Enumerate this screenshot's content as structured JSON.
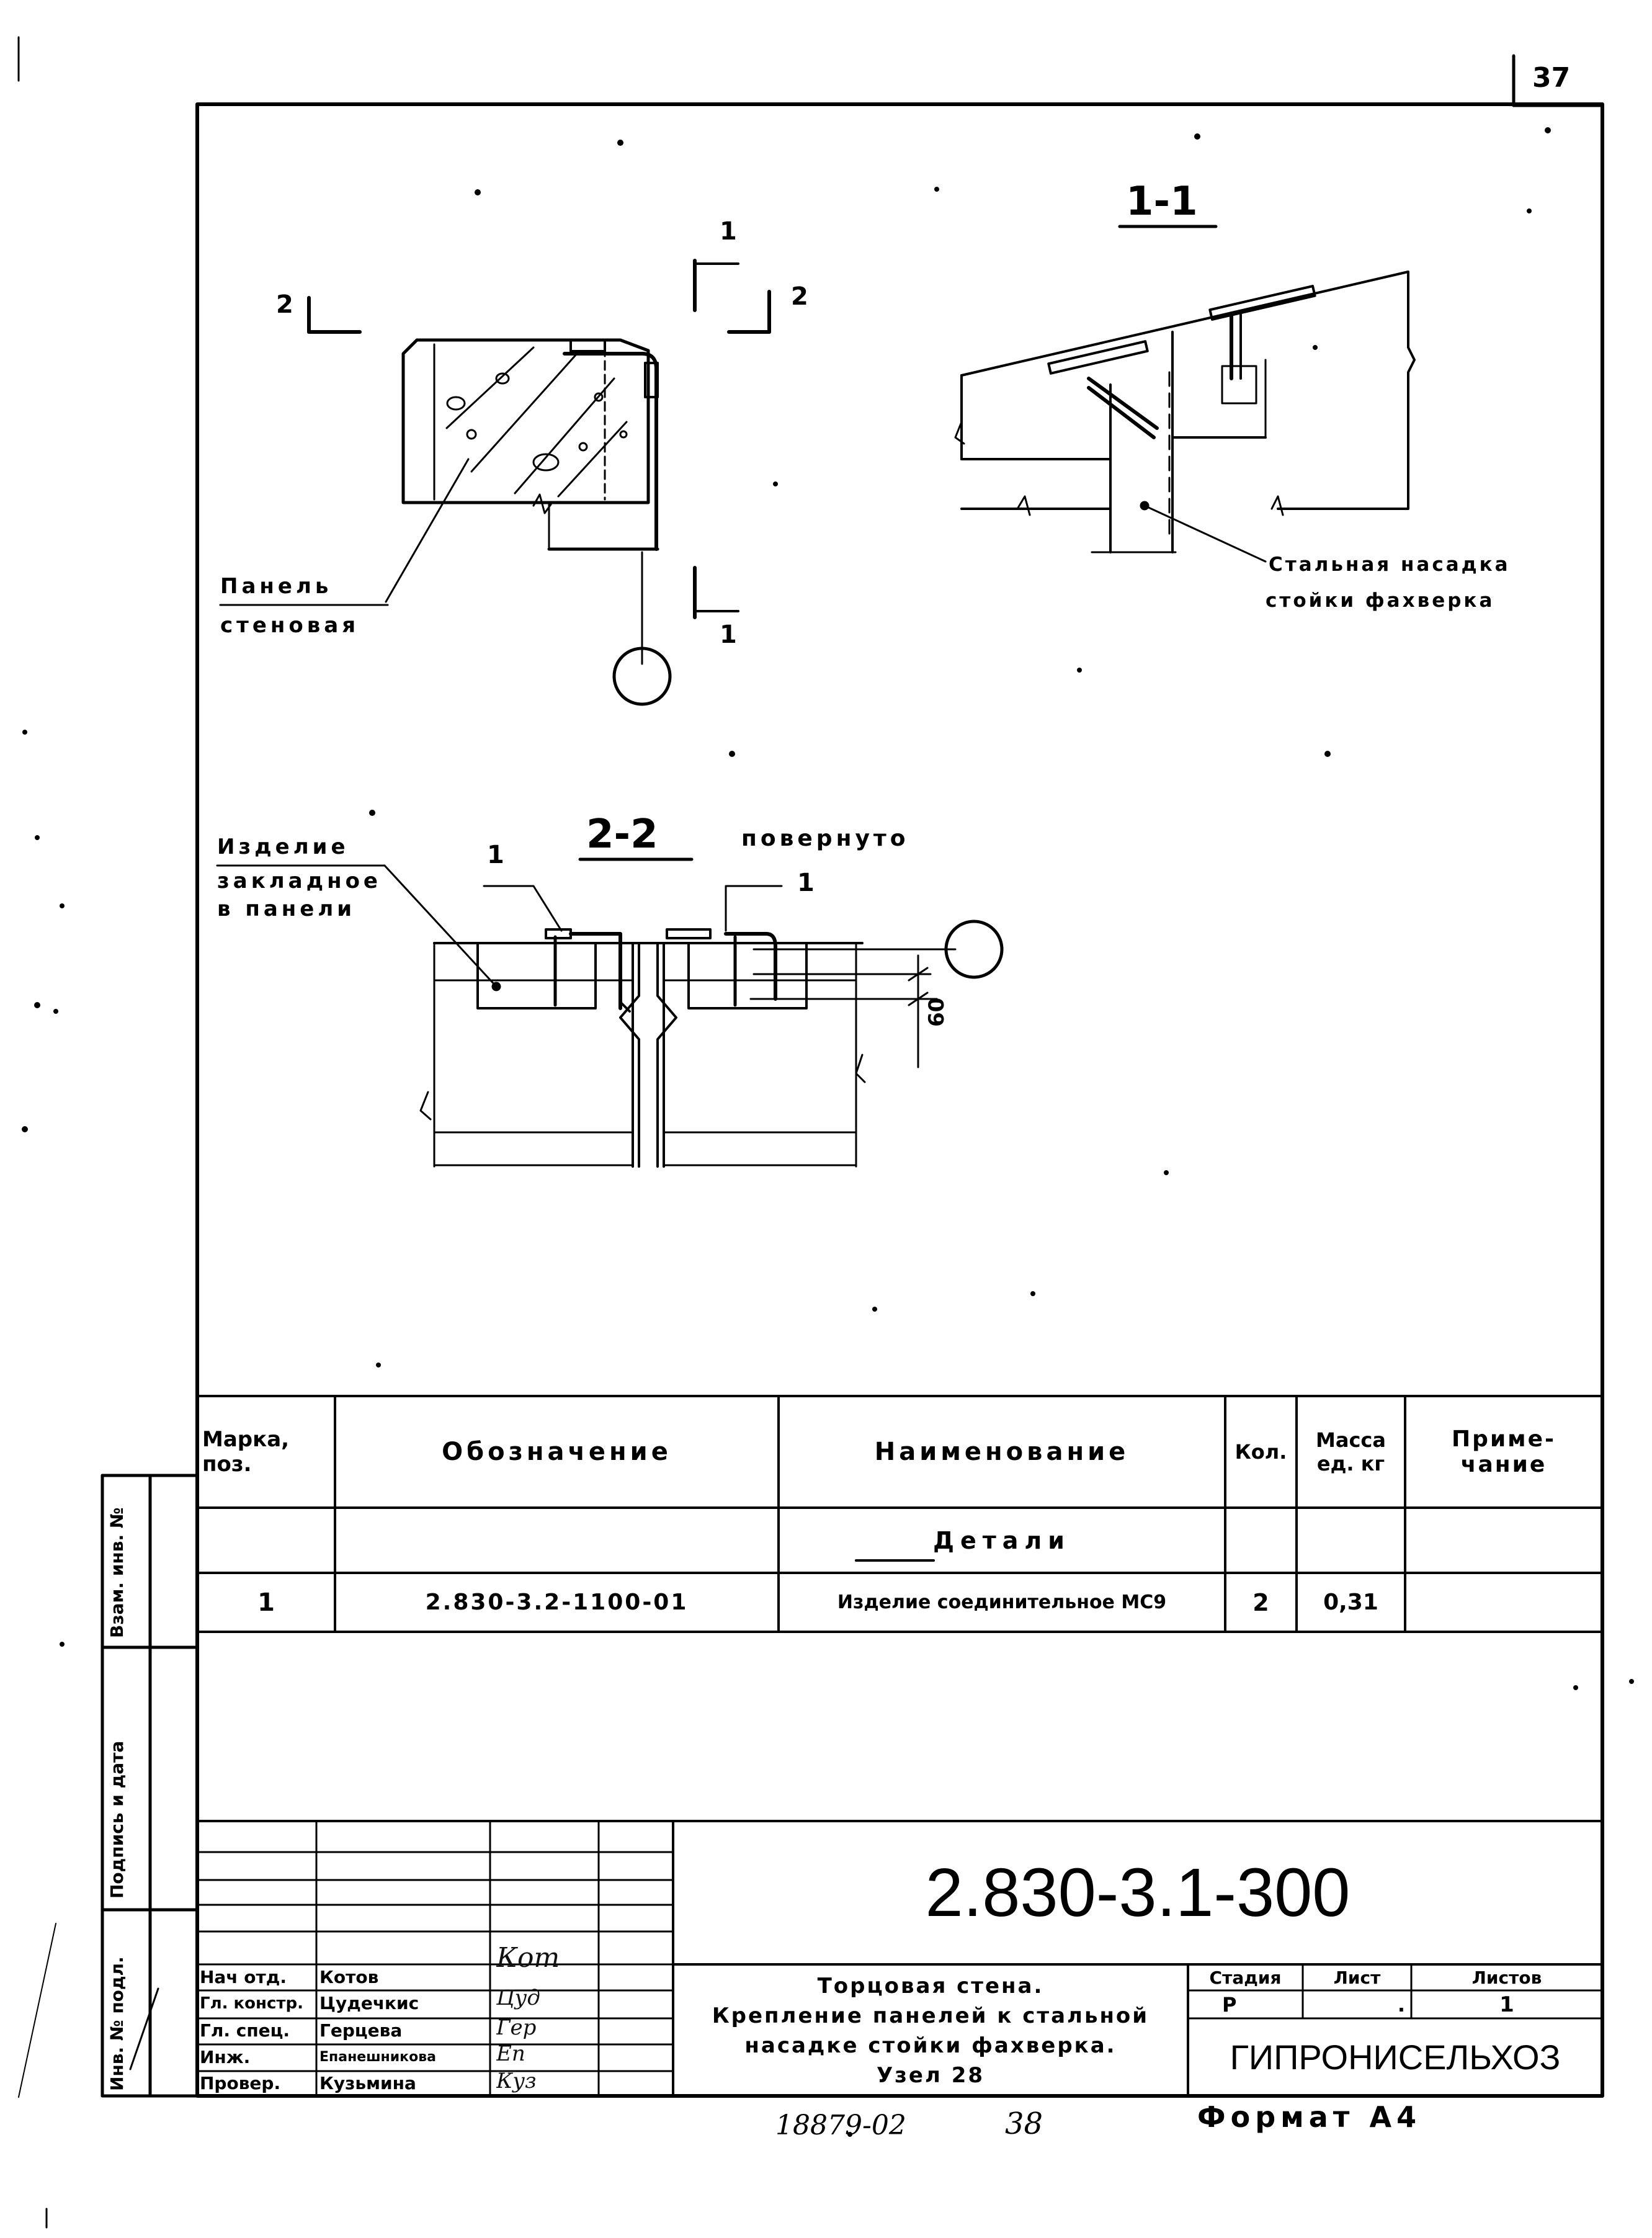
{
  "page": {
    "number": "37",
    "format": "Формат А4",
    "archive": "18879-02",
    "archive_sheet": "38"
  },
  "drawing": {
    "labels": {
      "panel": [
        "Панель",
        "стеновая"
      ],
      "nozzle": [
        "Стальная насадка",
        "стойки фахверка"
      ],
      "embedded": [
        "Изделие",
        "закладное",
        "в панели"
      ],
      "rotated": "повернуто"
    },
    "sections": {
      "s11": "1-1",
      "s22": "2-2"
    },
    "cut_marks": {
      "one": "1",
      "two": "2"
    },
    "item_refs": {
      "left": "1",
      "right": "1"
    },
    "dimension": "60"
  },
  "spec_table": {
    "headers": {
      "mark": [
        "Марка,",
        "поз."
      ],
      "designation": "Обозначение",
      "name": "Наименование",
      "qty": "Кол.",
      "mass": [
        "Масса",
        "ед. кг"
      ],
      "note": [
        "Приме-",
        "чание"
      ]
    },
    "group": "Детали",
    "rows": [
      {
        "mark": "1",
        "designation": "2.830-3.2-1100-01",
        "name": "Изделие соединительное МС9",
        "qty": "2",
        "mass": "0,31",
        "note": ""
      }
    ]
  },
  "side_stamp": [
    "Инв. № подл.",
    "Подпись и дата",
    "Взам. инв. №"
  ],
  "title_block": {
    "code": "2.830-3.1-300",
    "roles": [
      "Нач отд.",
      "Гл. констр.",
      "Гл. спец.",
      "Инж.",
      "Провер."
    ],
    "names": [
      "Котов",
      "Цудечкис",
      "Герцева",
      "Епанешникова",
      "Кузьмина"
    ],
    "signatures": [
      "Кот",
      "Цуд",
      "Гер",
      "Еп",
      "Куз"
    ],
    "title": [
      "Торцовая стена.",
      "Крепление панелей к стальной",
      "насадке стойки фахверка.",
      "Узел 28"
    ],
    "stage_label": "Стадия",
    "sheet_label": "Лист",
    "sheets_label": "Листов",
    "stage": "Р",
    "sheet": ".",
    "sheets": "1",
    "org": "ГИПРОНИСЕЛЬХОЗ"
  }
}
